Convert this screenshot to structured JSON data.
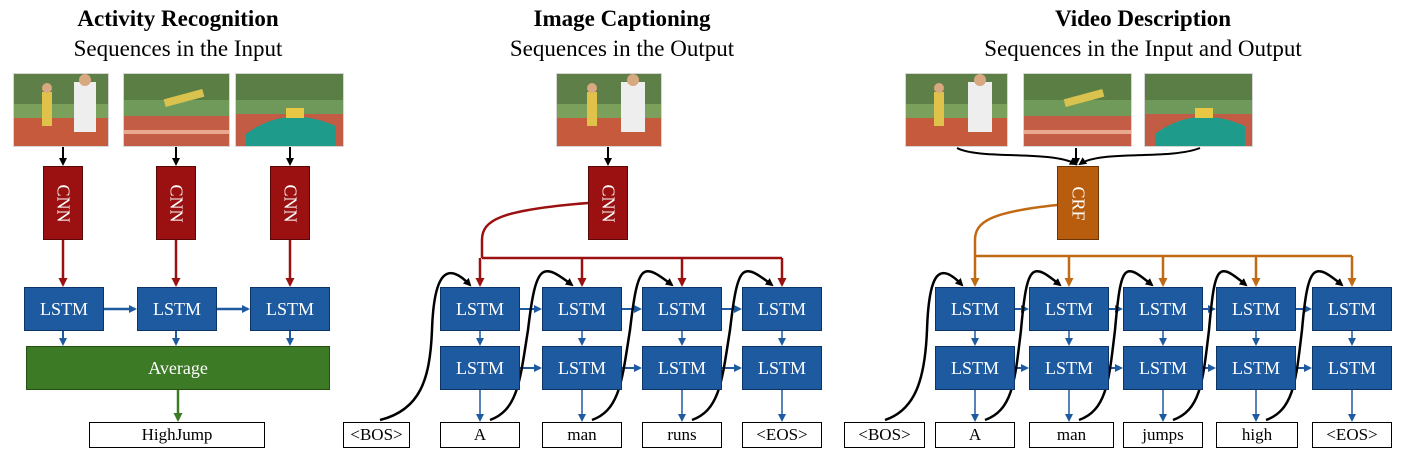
{
  "panels": {
    "activity": {
      "title": "Activity Recognition",
      "subtitle": "Sequences in the Input",
      "encoder": "CNN",
      "lstm": "LSTM",
      "pool": "Average",
      "output": "HighJump"
    },
    "captioning": {
      "title": "Image Captioning",
      "subtitle": "Sequences in the Output",
      "encoder": "CNN",
      "lstm": "LSTM",
      "words": [
        "<BOS>",
        "A",
        "man",
        "runs",
        "<EOS>"
      ]
    },
    "video": {
      "title": "Video Description",
      "subtitle": "Sequences in the Input and Output",
      "encoder": "CRF",
      "lstm": "LSTM",
      "words": [
        "<BOS>",
        "A",
        "man",
        "jumps",
        "high",
        "<EOS>"
      ]
    }
  },
  "colors": {
    "lstm": "#1e5aa0",
    "cnn": "#9b1111",
    "crf": "#b85d0e",
    "average": "#3d7a25",
    "arrow_blue": "#1e5aa0",
    "arrow_red": "#9b1111",
    "arrow_orange": "#c06a14",
    "arrow_green": "#3d7a25"
  }
}
